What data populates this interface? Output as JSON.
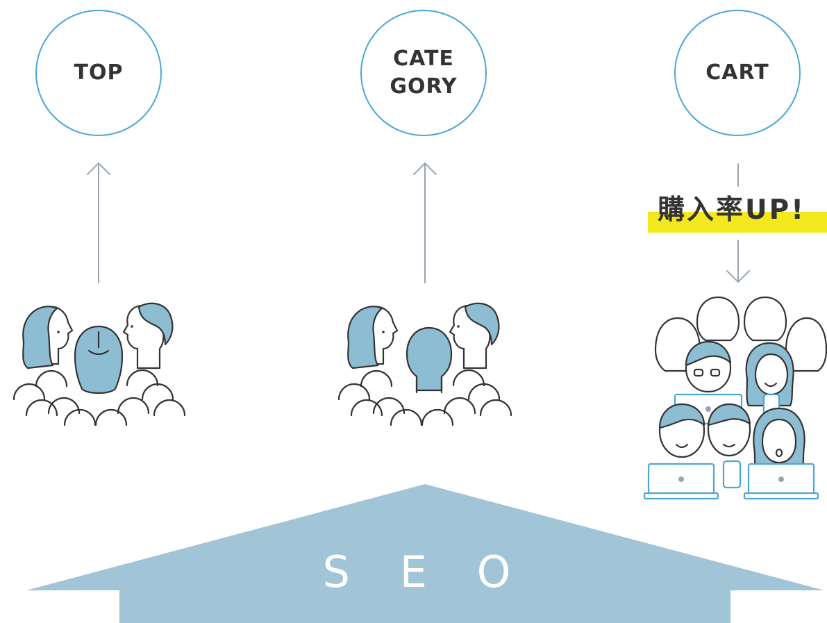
{
  "nodes": {
    "top": {
      "label": "TOP"
    },
    "category": {
      "label_line1": "CATE",
      "label_line2": "GORY"
    },
    "cart": {
      "label": "CART"
    }
  },
  "callout": {
    "text": "購入率UP!"
  },
  "base_arrow": {
    "label": "S E O"
  },
  "colors": {
    "circle_border": "#4aa6d8",
    "arrow_line": "#9aa5b1",
    "person_fill": "#8dbdd3",
    "seo_arrow_fill": "#a1c5d6",
    "highlight": "#f3e81d",
    "text": "#333333"
  }
}
